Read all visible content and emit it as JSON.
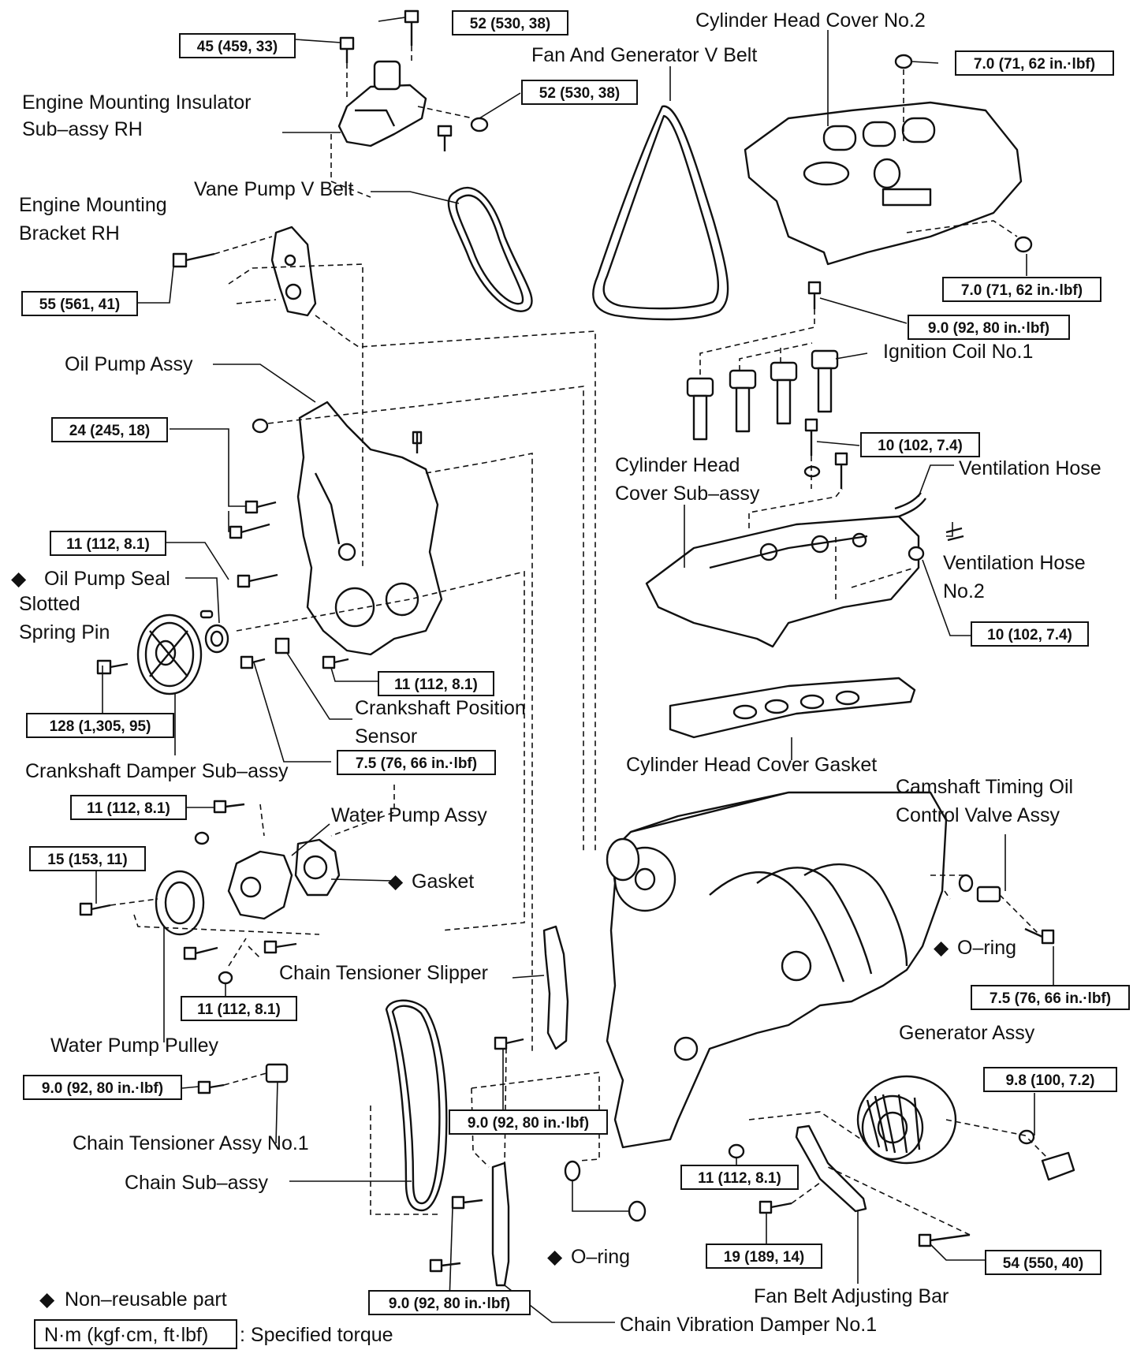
{
  "labels": {
    "cyl_head_cover_no2": "Cylinder Head Cover No.2",
    "fan_gen_belt": "Fan And Generator V Belt",
    "eng_mount_insulator_1": "Engine Mounting Insulator",
    "eng_mount_insulator_2": "Sub–assy RH",
    "vane_pump_belt": "Vane Pump V Belt",
    "eng_mount_bracket_1": "Engine Mounting",
    "eng_mount_bracket_2": "Bracket RH",
    "oil_pump_assy": "Oil Pump Assy",
    "ignition_coil": "Ignition Coil No.1",
    "cyl_head_cover_subassy_1": "Cylinder Head",
    "cyl_head_cover_subassy_2": "Cover Sub–assy",
    "ventilation_hose": "Ventilation Hose",
    "ventilation_hose_no2_1": "Ventilation Hose",
    "ventilation_hose_no2_2": "No.2",
    "oil_pump_seal": "Oil Pump Seal",
    "slotted_pin_1": "Slotted",
    "slotted_pin_2": "Spring Pin",
    "crank_pos_sensor_1": "Crankshaft Position",
    "crank_pos_sensor_2": "Sensor",
    "crank_damper": "Crankshaft Damper Sub–assy",
    "cyl_head_cover_gasket": "Cylinder Head Cover Gasket",
    "camshaft_ocv_1": "Camshaft  Timing  Oil",
    "camshaft_ocv_2": "Control Valve Assy",
    "water_pump_assy": "Water Pump Assy",
    "gasket": "Gasket",
    "o_ring_right": "O–ring",
    "chain_tensioner_slipper": "Chain Tensioner Slipper",
    "water_pump_pulley": "Water Pump Pulley",
    "generator_assy": "Generator Assy",
    "chain_tensioner_no1": "Chain Tensioner Assy No.1",
    "chain_subassy": "Chain Sub–assy",
    "o_ring_bottom": "O–ring",
    "fan_belt_adj_bar": "Fan Belt Adjusting Bar",
    "chain_vibration_damper": "Chain Vibration Damper No.1"
  },
  "torques": {
    "t_52_top": "52 (530, 38)",
    "t_45": "45 (459, 33)",
    "t_52_mid": "52 (530, 38)",
    "t_7_0_top": "7.0 (71, 62 in.·lbf)",
    "t_7_0_right": "7.0 (71, 62 in.·lbf)",
    "t_55": "55 (561, 41)",
    "t_9_0_coil": "9.0 (92, 80 in.·lbf)",
    "t_24": "24 (245, 18)",
    "t_10_top": "10 (102, 7.4)",
    "t_11_left": "11 (112, 8.1)",
    "t_10_right": "10 (102, 7.4)",
    "t_11_mid": "11 (112, 8.1)",
    "t_128": "128 (1,305, 95)",
    "t_7_5_left": "7.5 (76, 66 in.·lbf)",
    "t_11_wp": "11 (112, 8.1)",
    "t_15": "15 (153, 11)",
    "t_11_wp_low": "11 (112, 8.1)",
    "t_7_5_right": "7.5 (76, 66 in.·lbf)",
    "t_9_8": "9.8 (100, 7.2)",
    "t_9_0_tens": "9.0 (92, 80 in.·lbf)",
    "t_9_0_slip": "9.0 (92, 80 in.·lbf)",
    "t_11_gen": "11 (112, 8.1)",
    "t_19": "19 (189, 14)",
    "t_54": "54 (550, 40)",
    "t_9_0_damp": "9.0 (92, 80 in.·lbf)"
  },
  "legend": {
    "nonreusable": "Non–reusable part",
    "unit_box": "N·m (kgf·cm, ft·lbf)",
    "specified": ": Specified torque"
  },
  "symbols": {
    "diamond": "◆"
  }
}
